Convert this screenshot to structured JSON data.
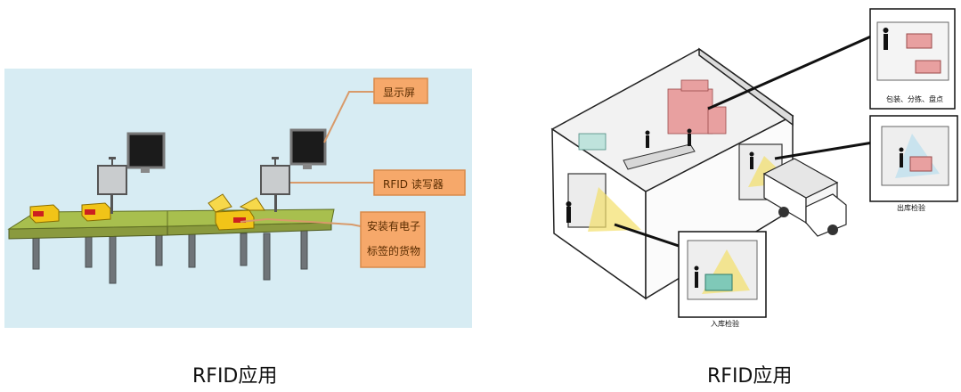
{
  "left_figure": {
    "labels": {
      "display": "显示屏",
      "reader": "RFID 读写器",
      "goods_line1": "安装有电子",
      "goods_line2": "标签的货物"
    },
    "caption": "RFID应用"
  },
  "right_figure": {
    "insets": {
      "packing": "包装、分拣、盘点",
      "outbound": "出库检验",
      "inbound": "入库检验"
    },
    "caption": "RFID应用"
  }
}
